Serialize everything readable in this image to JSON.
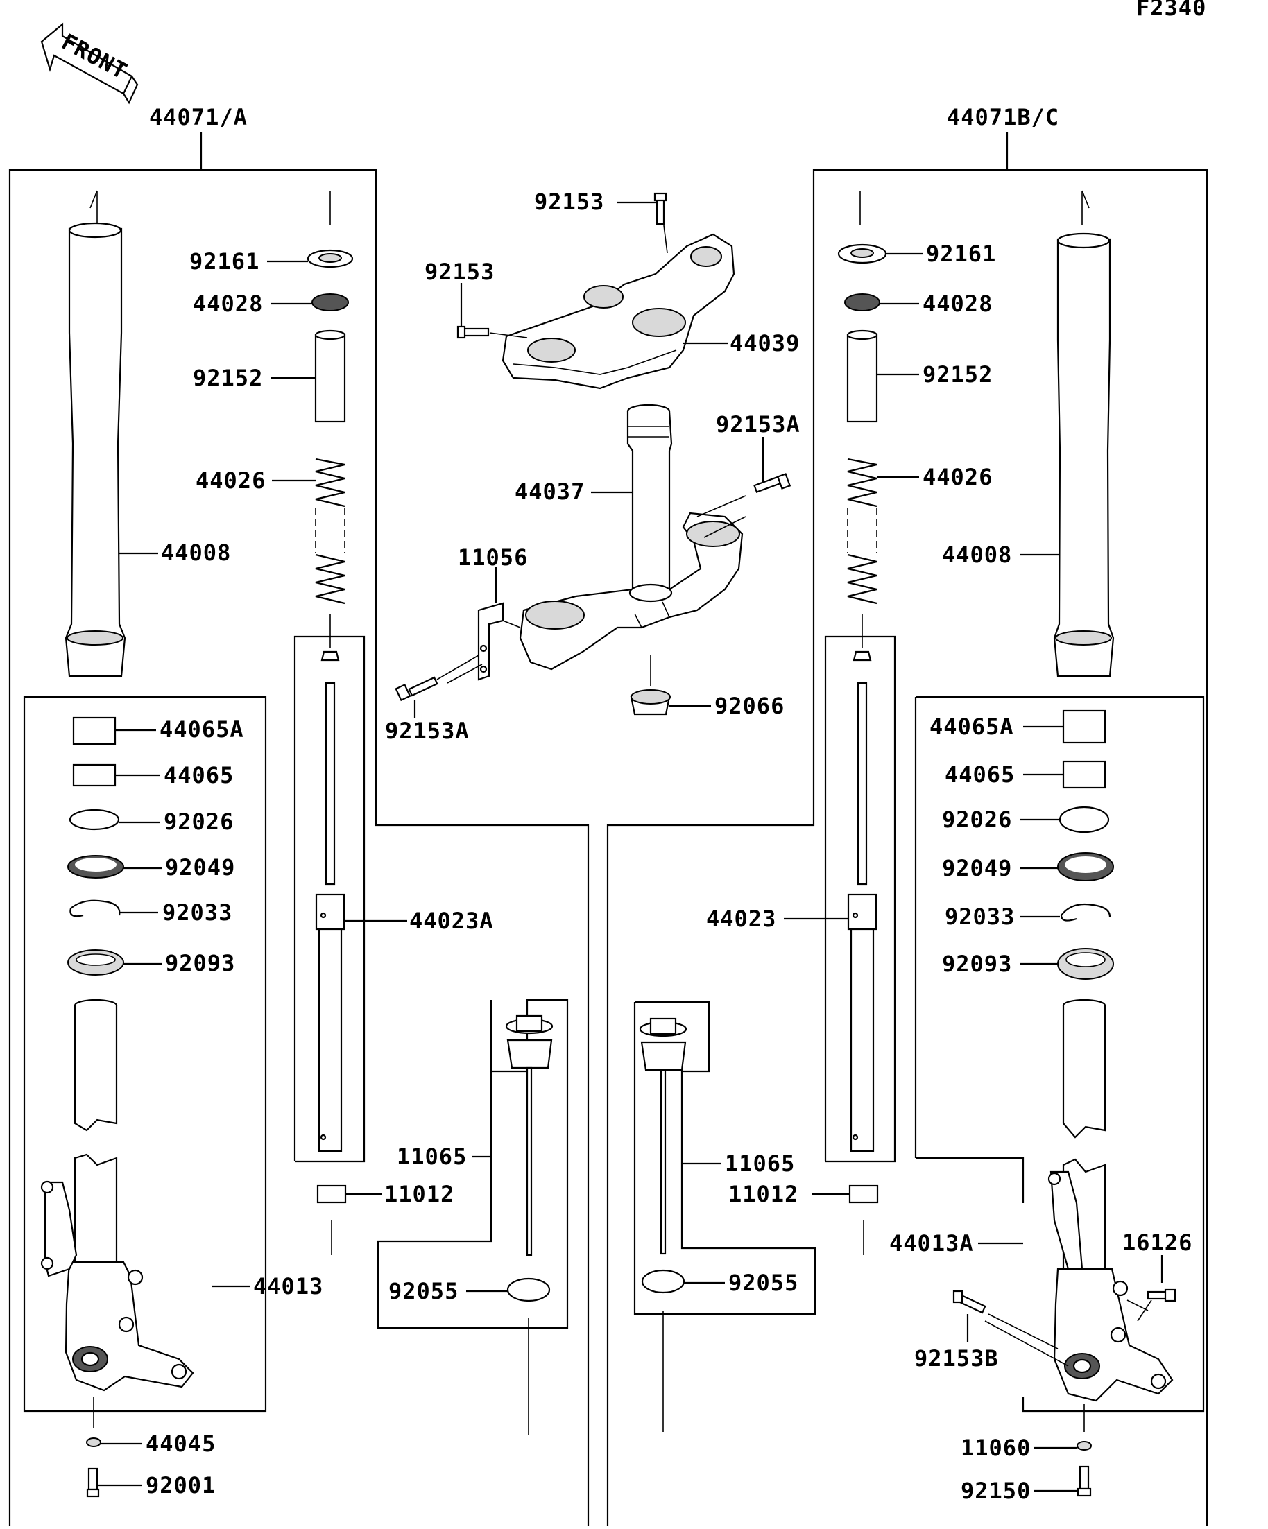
{
  "figure_code": "F2340",
  "front_label": "FRONT",
  "assemblies": {
    "left": "44071/A",
    "right": "44071B/C"
  },
  "labels": {
    "l_92161": "92161",
    "l_44028": "44028",
    "l_92152": "92152",
    "l_44026": "44026",
    "l_44008": "44008",
    "l_44065A": "44065A",
    "l_44065": "44065",
    "l_92026": "92026",
    "l_92049": "92049",
    "l_92033": "92033",
    "l_92093": "92093",
    "l_44023A": "44023A",
    "l_44013": "44013",
    "l_44045": "44045",
    "l_92001": "92001",
    "l_11012": "11012",
    "l_11065": "11065",
    "l_92055": "92055",
    "c_92153_top": "92153",
    "c_92153_mid": "92153",
    "c_44039": "44039",
    "c_92153A_right": "92153A",
    "c_44037": "44037",
    "c_11056": "11056",
    "c_92153A_left": "92153A",
    "c_92066": "92066",
    "r_92161": "92161",
    "r_44028": "44028",
    "r_92152": "92152",
    "r_44026": "44026",
    "r_44008": "44008",
    "r_44065A": "44065A",
    "r_44065": "44065",
    "r_92026": "92026",
    "r_92049": "92049",
    "r_92033": "92033",
    "r_92093": "92093",
    "r_44023": "44023",
    "r_11065": "11065",
    "r_11012": "11012",
    "r_92055": "92055",
    "r_44013A": "44013A",
    "r_16126": "16126",
    "r_92153B": "92153B",
    "r_11060": "11060",
    "r_92150": "92150"
  }
}
